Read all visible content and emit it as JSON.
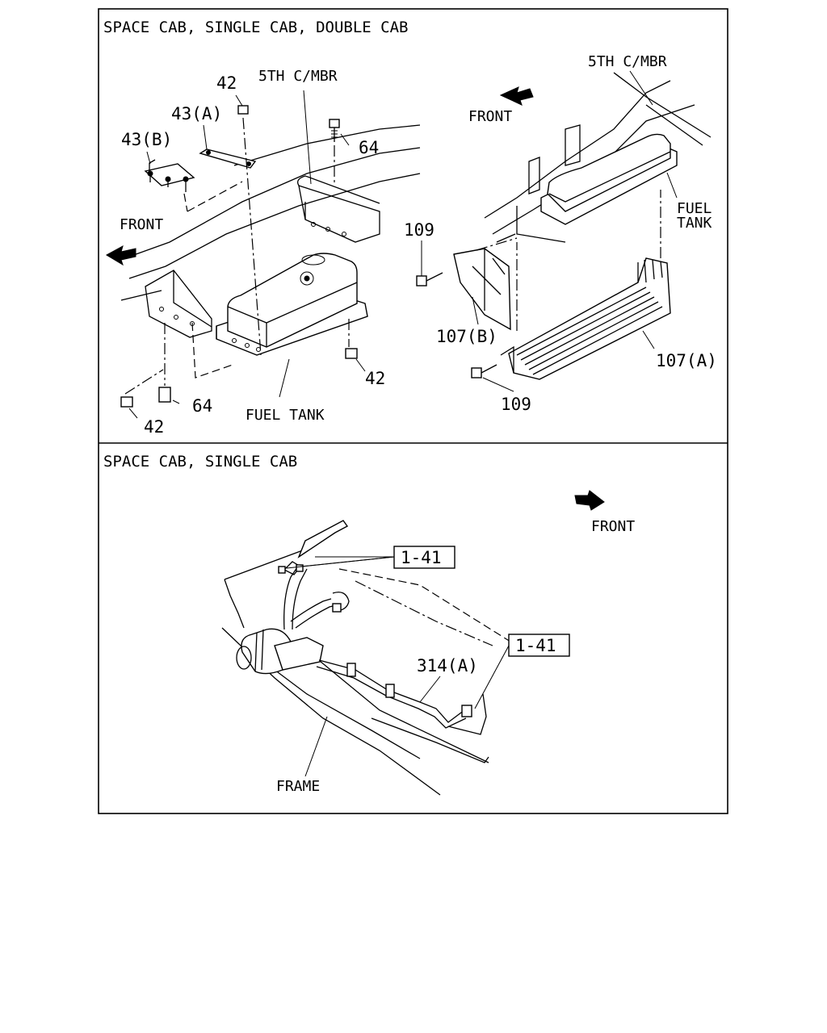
{
  "panels": [
    {
      "title": "SPACE CAB, SINGLE CAB, DOUBLE CAB",
      "labels": {
        "part_42_top": "42",
        "mbr_left": "5TH C/MBR",
        "part_43a": "43(A)",
        "part_43b": "43(B)",
        "part_64_top": "64",
        "front_left": "FRONT",
        "mbr_right": "5TH C/MBR",
        "front_right": "FRONT",
        "fuel": "FUEL",
        "tank": "TANK",
        "part_109_top": "109",
        "part_107b": "107(B)",
        "part_107a": "107(A)",
        "part_109_bottom": "109",
        "part_42_right": "42",
        "part_64_bottom": "64",
        "part_42_bottom": "42",
        "fuel_tank": "FUEL TANK"
      }
    },
    {
      "title": "SPACE CAB, SINGLE CAB",
      "labels": {
        "front": "FRONT",
        "ref_141_a": "1-41",
        "ref_141_b": "1-41",
        "part_314a": "314(A)",
        "frame": "FRAME"
      }
    }
  ],
  "icons": [
    "front-arrow-icon",
    "front-arrow-icon",
    "front-arrow-icon"
  ]
}
